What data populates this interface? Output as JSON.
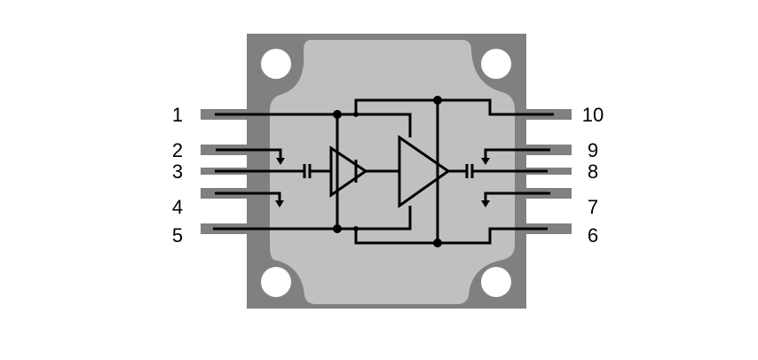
{
  "colors": {
    "package": "#808080",
    "die": "#c0c0c0",
    "wire": "#000000",
    "hole": "#ffffff"
  },
  "pins": {
    "left": [
      "1",
      "2",
      "3",
      "4",
      "5"
    ],
    "right": [
      "10",
      "9",
      "8",
      "7",
      "6"
    ]
  }
}
